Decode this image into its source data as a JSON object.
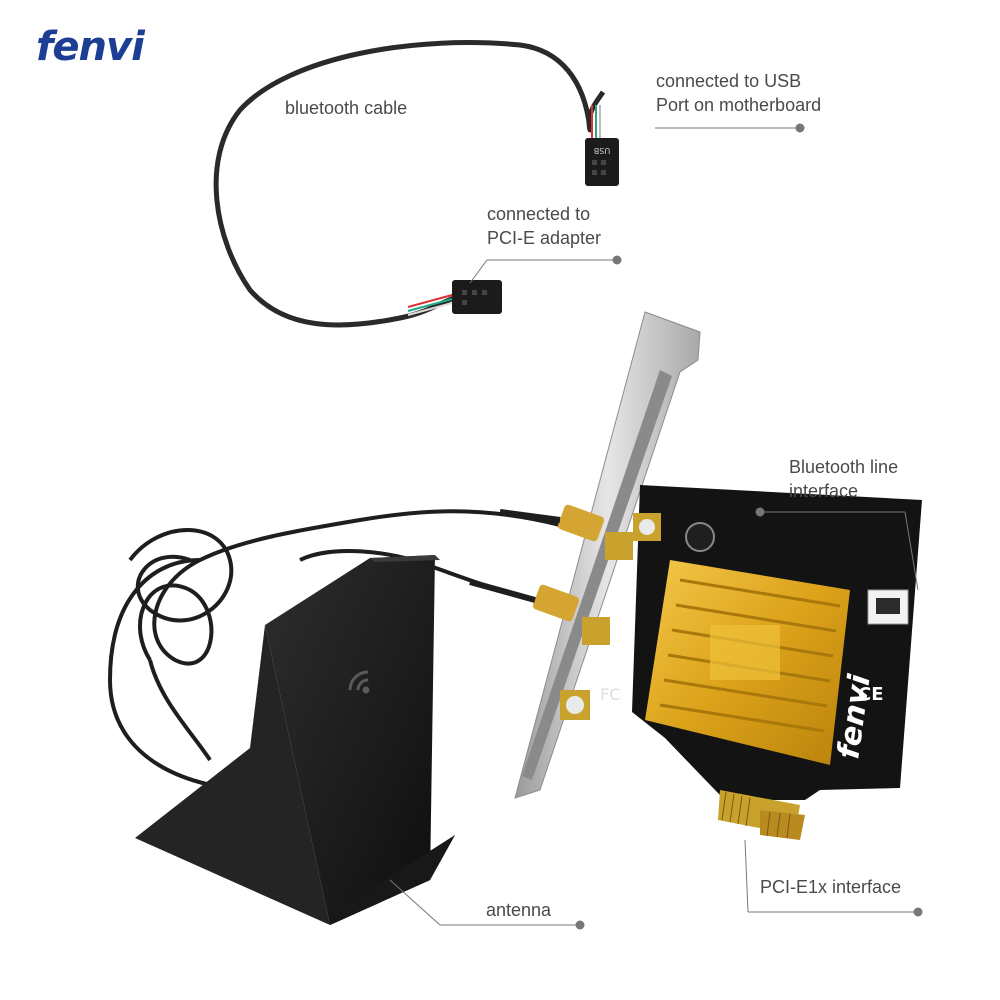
{
  "brand": {
    "logo_text": "fenvi",
    "color": "#1c3f94"
  },
  "labels": {
    "bluetooth_cable": "bluetooth cable",
    "usb_line1": "connected to USB",
    "usb_line2": "Port on motherboard",
    "pcie_line1": "connected to",
    "pcie_line2": "PCI-E adapter",
    "bt_interface_line1": "Bluetooth line",
    "bt_interface_line2": "interface",
    "antenna": "antenna",
    "pcie_interface": "PCI-E1x interface"
  },
  "product_markings": {
    "usb_header": "USB",
    "card_logo": "fenvi",
    "fcc": "FC",
    "ce": "CE"
  },
  "colors": {
    "text": "#4a4a4a",
    "pcb": "#141414",
    "heatsink": "#e3a91c",
    "bracket": "#c8c8c8",
    "antenna_base": "#1a1a1a",
    "gold": "#d4a533"
  }
}
